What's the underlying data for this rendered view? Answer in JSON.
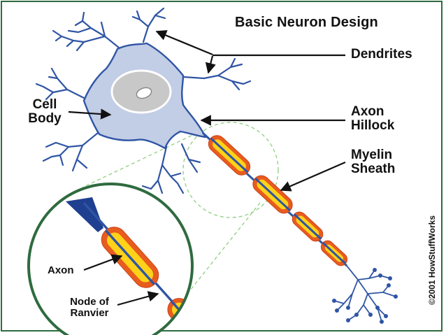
{
  "title": "Basic Neuron Design",
  "labels": {
    "dendrites": "Dendrites",
    "cell_body": [
      "Cell",
      "Body"
    ],
    "axon_hillock": [
      "Axon",
      "Hillock"
    ],
    "myelin_sheath": [
      "Myelin",
      "Sheath"
    ],
    "axon": "Axon",
    "node_of_ranvier": [
      "Node of",
      "Ranvier"
    ]
  },
  "copyright": "©2001 HowStuffWorks",
  "colors": {
    "border": "#2f6b3f",
    "cell_fill": "#c2cde6",
    "cell_outline": "#2f55a4",
    "nucleus": "#c8c8c8",
    "myelin_outer": "#e85c1e",
    "myelin_inner": "#ffd21a",
    "zoom_dash": "#8fcf7f",
    "hillock_dark": "#1f3f90"
  }
}
